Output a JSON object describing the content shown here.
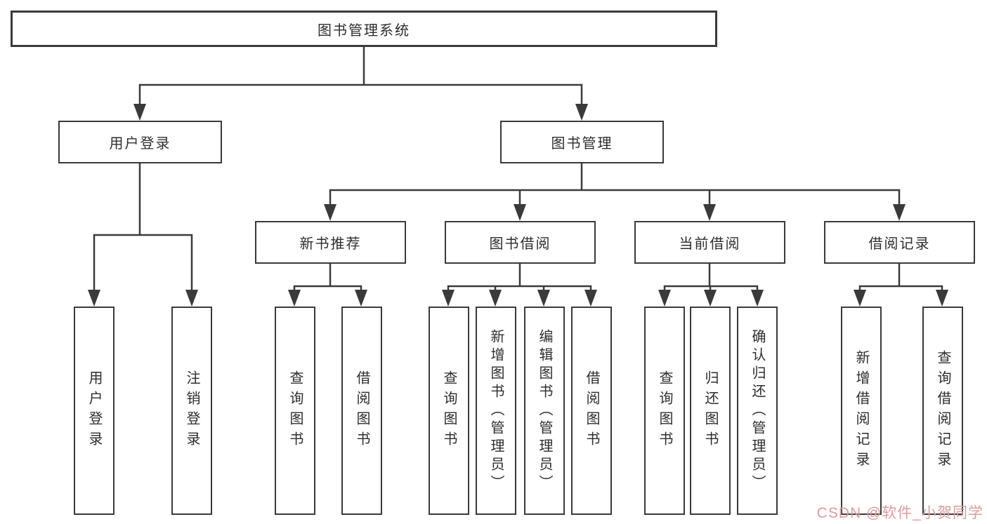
{
  "colors": {
    "line": "#3a3a3a",
    "text": "#2d2d2d",
    "box_background": "#ffffff",
    "watermark": "#e09c9c"
  },
  "tree": {
    "root": {
      "label": "图书管理系统"
    },
    "branches": [
      {
        "label": "用户登录",
        "children": [
          {
            "label": "用户登录"
          },
          {
            "label": "注销登录"
          }
        ]
      },
      {
        "label": "图书管理",
        "children": [
          {
            "label": "新书推荐",
            "children": [
              {
                "label": "查询图书"
              },
              {
                "label": "借阅图书"
              }
            ]
          },
          {
            "label": "图书借阅",
            "children": [
              {
                "label": "查询图书"
              },
              {
                "label": "新增图书（管理员）"
              },
              {
                "label": "编辑图书（管理员）"
              },
              {
                "label": "借阅图书"
              }
            ]
          },
          {
            "label": "当前借阅",
            "children": [
              {
                "label": "查询图书"
              },
              {
                "label": "归还图书"
              },
              {
                "label": "确认归还（管理员）"
              }
            ]
          },
          {
            "label": "借阅记录",
            "children": [
              {
                "label": "新增借阅记录"
              },
              {
                "label": "查询借阅记录"
              }
            ]
          }
        ]
      }
    ]
  },
  "watermark": {
    "text": "CSDN @软件_小贺同学"
  }
}
